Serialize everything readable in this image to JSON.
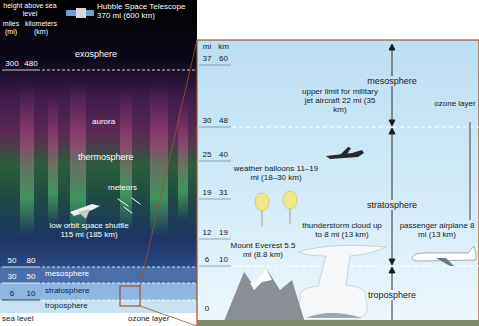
{
  "diagram": {
    "labels": [
      "height above sea level",
      "miles (mi)",
      "kilometers (km)",
      "Hubble Space Telescope 370 mi (600 km)",
      "exosphere",
      "300",
      "480",
      "aurora",
      "thermosphere",
      "meteors",
      "low orbit space shuttle 115 mi (185 km)",
      "50",
      "80",
      "mesosphere",
      "30",
      "50",
      "stratosphere",
      "6",
      "10",
      "troposphere",
      "sea level",
      "ozone layer",
      "mi",
      "km",
      "37",
      "60",
      "mesosphere",
      "30",
      "48",
      "upper limit for military jet aircraft 22 mi (35 km)",
      "25",
      "40",
      "ozone layer",
      "weather balloons 11–19 mi (18–30 km)",
      "19",
      "31",
      "stratosphere",
      "thunderstorm cloud up to 8 mi (13 km)",
      "passenger airplane 8 mi (13 km)",
      "12",
      "19",
      "Mount Everest 5.5 mi (8.8 km)",
      "6",
      "10",
      "troposphere",
      "0"
    ]
  }
}
